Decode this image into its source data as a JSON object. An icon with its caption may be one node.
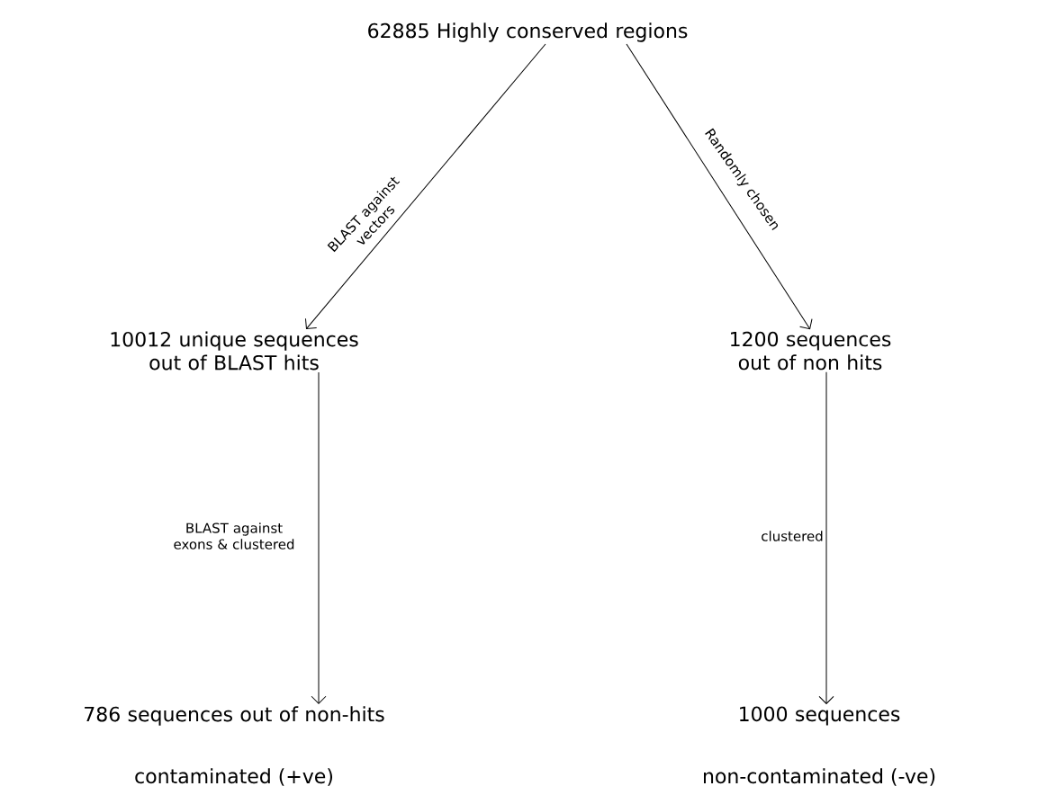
{
  "diagram": {
    "nodes": [
      {
        "text": [
          "62885 Highly conserved regions"
        ]
      },
      {
        "text": [
          "10012 unique sequences out of BLAST hits"
        ]
      },
      {
        "text": [
          "1200 sequences out of non hits"
        ]
      },
      {
        "text": [
          "786 sequences out of non-hits"
        ],
        "beside": [
          "contaminated (+ve)"
        ]
      },
      {
        "text": [
          "1000 sequences"
        ],
        "beside": [
          "non-contaminated (-ve)"
        ]
      }
    ],
    "edges": [
      {
        "from": 0,
        "to": 1,
        "arrow": "to",
        "label": "BLAST against vectors"
      },
      {
        "from": 0,
        "to": 2,
        "arrow": "to",
        "label": "Randomly chosen"
      },
      {
        "from": 1,
        "to": 3,
        "arrow": "to",
        "label": "BLAST against exons & clustered"
      },
      {
        "from": 2,
        "to": 4,
        "arrow": "to",
        "label": "clustered"
      }
    ]
  }
}
